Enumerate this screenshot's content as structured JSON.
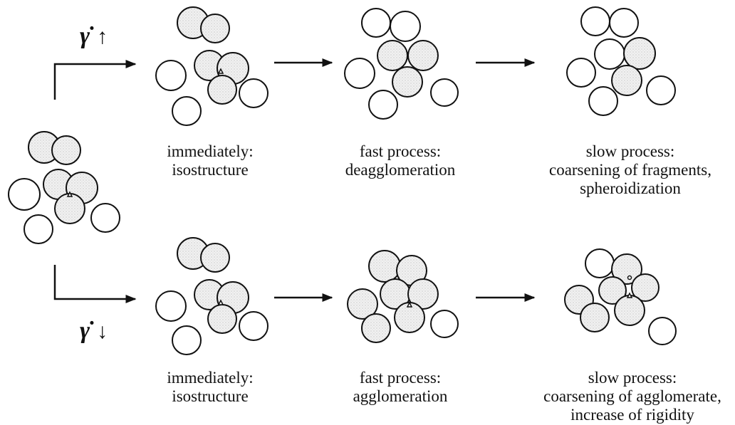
{
  "shear_up": {
    "symbol": "γ̇",
    "arrow": "↑"
  },
  "shear_down": {
    "symbol": "γ̇",
    "arrow": "↓"
  },
  "top_row": {
    "step1": {
      "line1": "immediately:",
      "line2": "isostructure"
    },
    "step2": {
      "line1": "fast process:",
      "line2": "deagglomeration"
    },
    "step3": {
      "line1": "slow process:",
      "line2": "coarsening of fragments,",
      "line3": "spheroidization"
    }
  },
  "bottom_row": {
    "step1": {
      "line1": "immediately:",
      "line2": "isostructure"
    },
    "step2": {
      "line1": "fast process:",
      "line2": "agglomeration"
    },
    "step3": {
      "line1": "slow process:",
      "line2": "coarsening of agglomerate,",
      "line3": "increase of rigidity"
    }
  },
  "colors": {
    "stroke": "#111111",
    "fill_light": "#ffffff",
    "fill_grey": "#e3e3e3"
  }
}
